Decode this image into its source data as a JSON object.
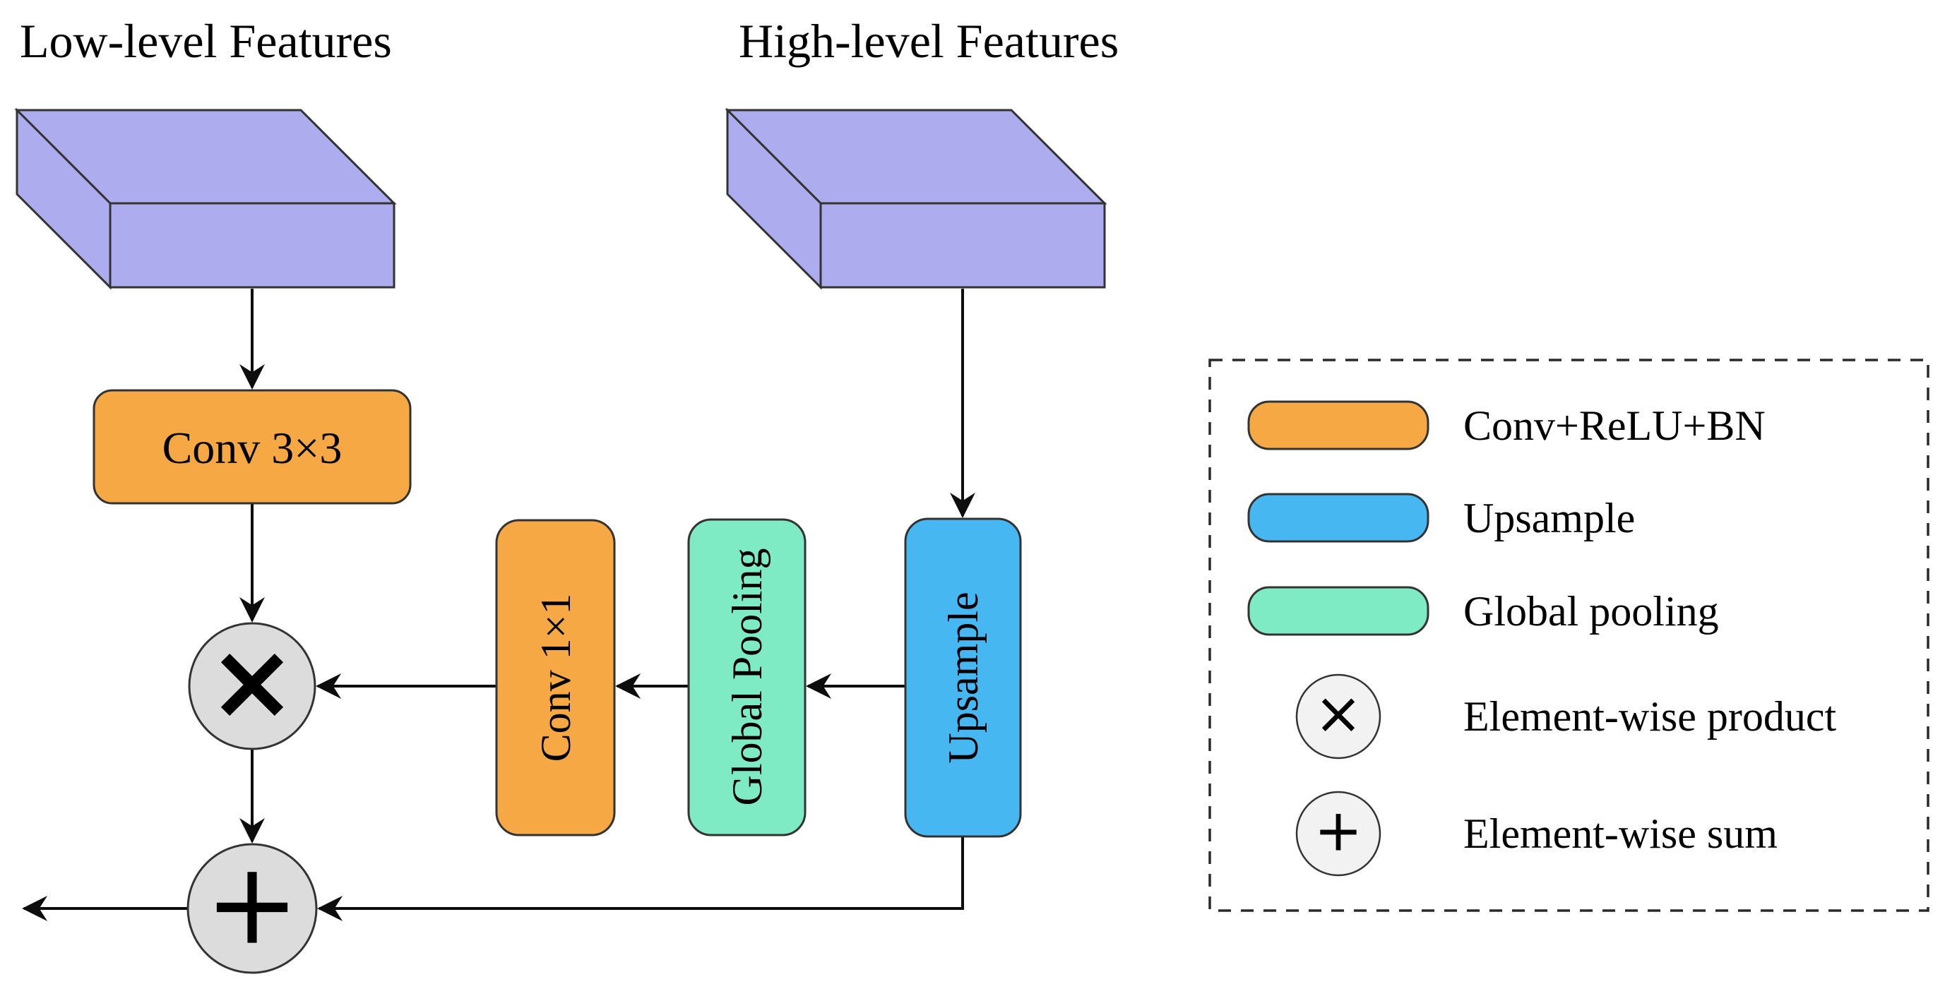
{
  "palette": {
    "feature_tensor": "#ACACEE",
    "conv": "#F5A843",
    "upsample": "#47B7F2",
    "pooling": "#7FEBC5",
    "operator_fill": "#DCDCDC",
    "legend_operator_fill": "#F2F2F2",
    "line": "#0D0D0D"
  },
  "inputs": {
    "low_label": "Low-level Features",
    "high_label": "High-level Features"
  },
  "nodes": {
    "conv3x3": "Conv 3×3",
    "conv1x1": "Conv 1×1",
    "global_pooling": "Global Pooling",
    "upsample": "Upsample"
  },
  "operators": {
    "product": "×",
    "sum": "+"
  },
  "legend": {
    "items": [
      {
        "kind": "pill",
        "color": "#F5A843",
        "label": "Conv+ReLU+BN"
      },
      {
        "kind": "pill",
        "color": "#47B7F2",
        "label": "Upsample"
      },
      {
        "kind": "pill",
        "color": "#7FEBC5",
        "label": "Global pooling"
      },
      {
        "kind": "operator",
        "symbol": "×",
        "label": "Element-wise product"
      },
      {
        "kind": "operator",
        "symbol": "+",
        "label": "Element-wise sum"
      }
    ]
  }
}
